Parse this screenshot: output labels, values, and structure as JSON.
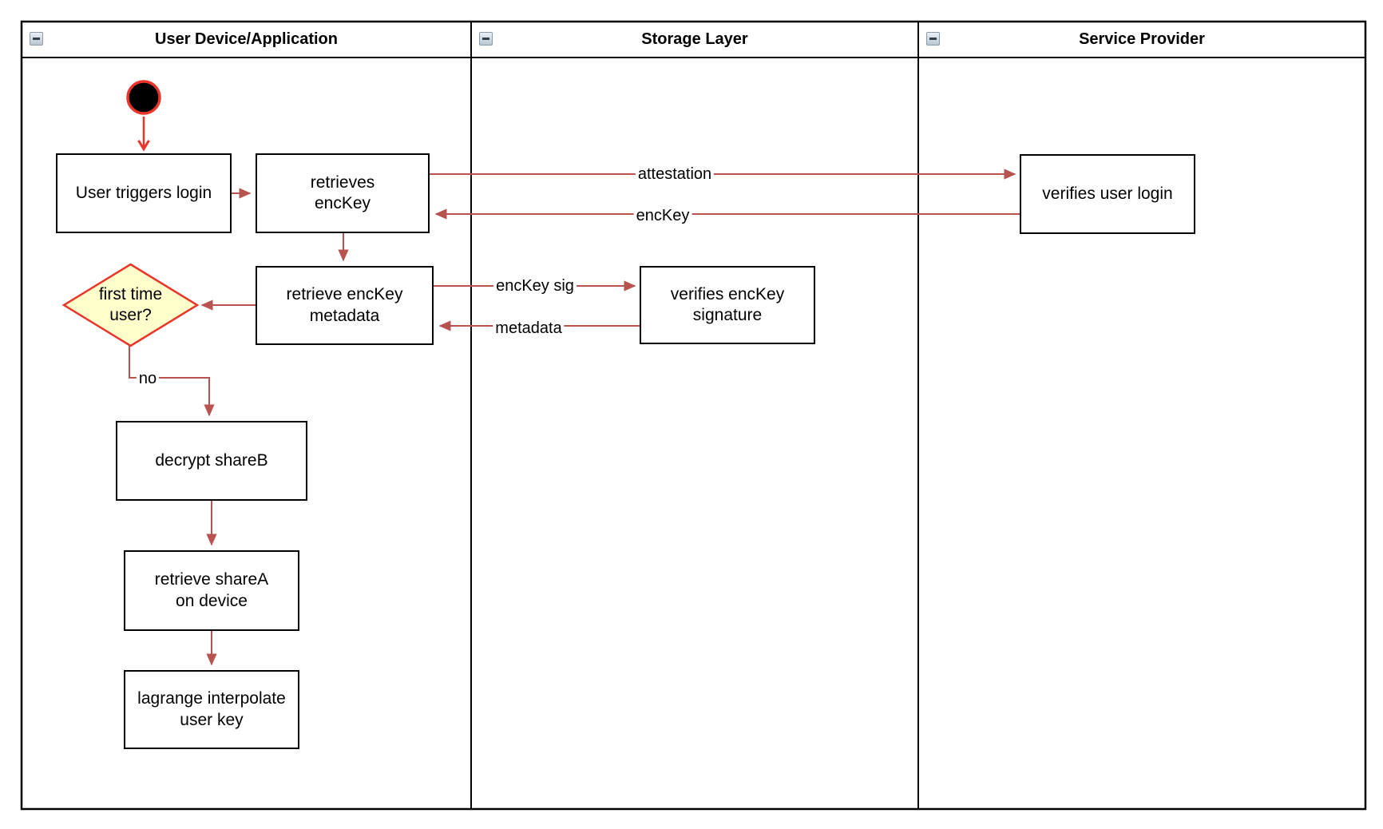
{
  "lanes": [
    {
      "title": "User Device/Application"
    },
    {
      "title": "Storage Layer"
    },
    {
      "title": "Service Provider"
    }
  ],
  "nodes": {
    "user_triggers_login": {
      "label": "User triggers login"
    },
    "retrieves_enckey": {
      "label": "retrieves\nencKey"
    },
    "retrieve_enckey_metadata": {
      "label": "retrieve encKey\nmetadata"
    },
    "decrypt_shareb": {
      "label": "decrypt shareB"
    },
    "retrieve_sharea": {
      "label": "retrieve shareA\non device"
    },
    "lagrange_interpolate": {
      "label": "lagrange interpolate\nuser key"
    },
    "verifies_enckey_signature": {
      "label": "verifies encKey\nsignature"
    },
    "verifies_user_login": {
      "label": "verifies user login"
    }
  },
  "decision": {
    "label": "first time\nuser?"
  },
  "edge_labels": {
    "attestation": "attestation",
    "enckey": "encKey",
    "enckey_sig": "encKey sig",
    "metadata": "metadata",
    "no": "no"
  },
  "icons": {
    "collapse": "minus-square-icon"
  },
  "colors": {
    "flow_arrow": "#b85450",
    "start_accent": "#ea352b",
    "decision_fill": "#ffffcc",
    "shape_border": "#000000",
    "shape_fill": "#ffffff"
  }
}
